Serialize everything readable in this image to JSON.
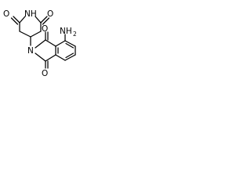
{
  "molecule": {
    "atoms": {
      "imide_nh": "NH",
      "isoindoline_n": "N",
      "amine": {
        "main": "NH",
        "subscript": "2"
      },
      "oxygen": "O"
    }
  }
}
